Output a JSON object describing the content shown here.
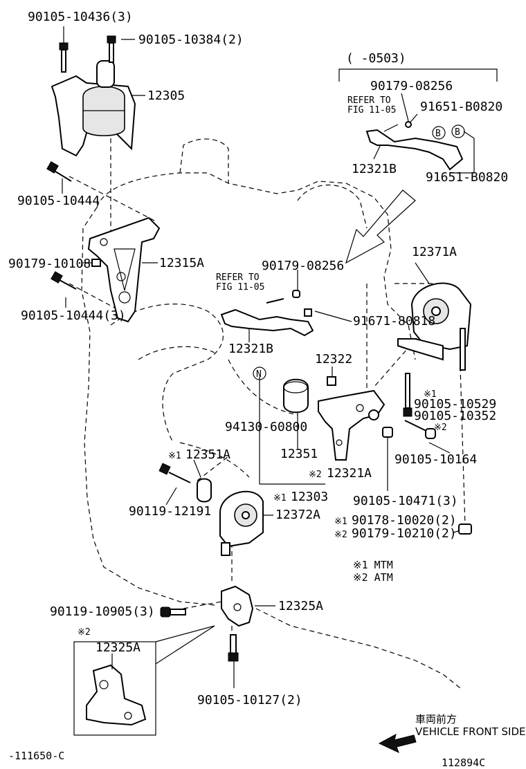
{
  "labels": {
    "p90105_10436": "90105-10436(3)",
    "p90105_10384": "90105-10384(2)",
    "p12305": "12305",
    "range": "(   -0503)",
    "p90179_08256_top": "90179-08256",
    "refer_top_1": "REFER TO",
    "refer_top_2": "FIG 11-05",
    "p91651_b0820_a": "91651-B0820",
    "p12321b_top": "12321B",
    "p91651_b0820_b": "91651-B0820",
    "p90105_10444": "90105-10444",
    "p90179_10108": "90179-10108",
    "p12315a": "12315A",
    "p90105_10444_3": "90105-10444(3)",
    "p90179_08256_mid": "90179-08256",
    "refer_mid_1": "REFER TO",
    "refer_mid_2": "FIG 11-05",
    "p91671_80818": "91671-80818",
    "p12371a": "12371A",
    "p12321b_mid": "12321B",
    "p12322": "12322",
    "p90105_10529": "90105-10529",
    "p90105_10352": "90105-10352",
    "p94130_60800": "94130-60800",
    "p12351": "12351",
    "p90105_10164": "90105-10164",
    "p12351a": "12351A",
    "p12321a": "12321A",
    "p12303": "12303",
    "p90119_12191": "90119-12191",
    "p12372a": "12372A",
    "p90105_10471": "90105-10471(3)",
    "p90178_10020": "90178-10020(2)",
    "p90179_10210": "90179-10210(2)",
    "note1": "※1 MTM",
    "note2": "※2 ATM",
    "p90119_10905": "90119-10905(3)",
    "p12325a": "12325A",
    "mark2_inset": "※2",
    "p12325a_inset": "12325A",
    "p90105_10127": "90105-10127(2)",
    "vehicle_jp": "車両前方",
    "vehicle_en": "VEHICLE FRONT SIDE",
    "fig_code": "-111650-C",
    "drawing_code": "112894C",
    "mark1": "※1",
    "mark2": "※2",
    "circle_n": "N",
    "circle_b": "B"
  }
}
